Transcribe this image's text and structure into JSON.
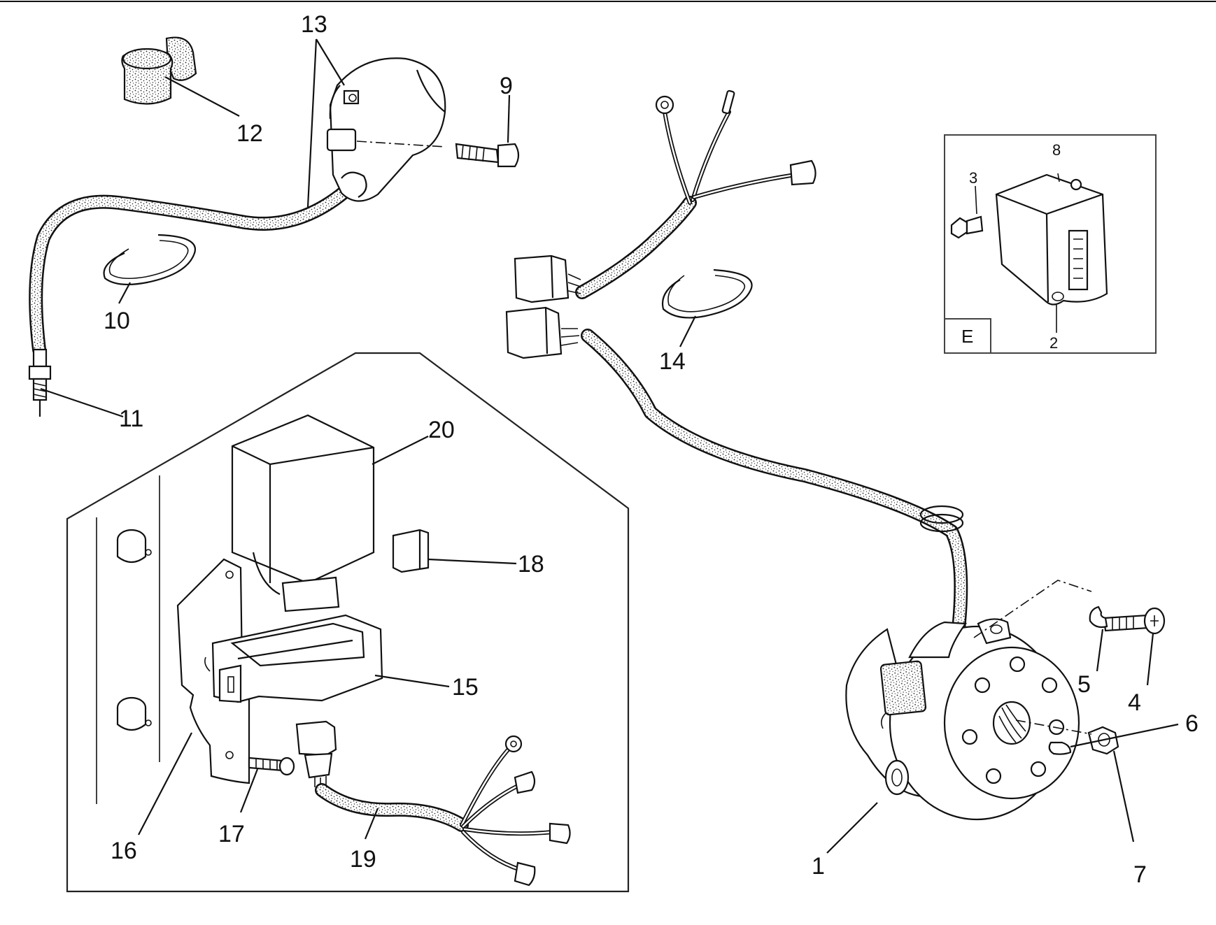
{
  "diagram": {
    "callouts": {
      "c1": "1",
      "c2": "2",
      "c3": "3",
      "c4": "4",
      "c5": "5",
      "c6": "6",
      "c7": "7",
      "c8": "8",
      "c9": "9",
      "c10": "10",
      "c11": "11",
      "c12": "12",
      "c13": "13",
      "c14": "14",
      "c15": "15",
      "c16": "16",
      "c17": "17",
      "c18": "18",
      "c19": "19",
      "c20": "20"
    },
    "inset": {
      "label": "E"
    },
    "colors": {
      "line": "#111111",
      "background": "#ffffff"
    }
  }
}
